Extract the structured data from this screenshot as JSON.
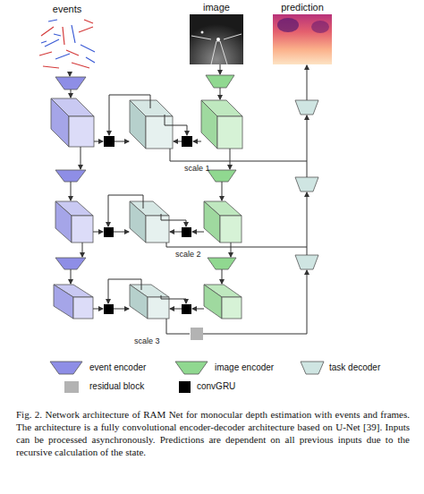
{
  "diagram": {
    "nodes": [
      {
        "text": [
          "events"
        ]
      },
      {
        "text": [
          "image"
        ]
      },
      {
        "text": [
          "prediction"
        ]
      }
    ],
    "labels": [
      "scale 1",
      "scale 2",
      "scale 3"
    ],
    "legend": [
      {
        "text": "event encoder"
      },
      {
        "text": "image encoder"
      },
      {
        "text": "task decoder"
      },
      {
        "text": "residual block",
        "color": "#b3b3b3"
      },
      {
        "text": "convGRU",
        "color": "#000000"
      }
    ],
    "caption": "Fig. 2. Network architecture of RAM Net for monocular depth estimation with events and frames. The architecture is a fully convolutional encoder-decoder architecture based on U-Net [39]. Inputs can be processed asynchronously. Predictions are dependent on all previous inputs due to the recursive calculation of the state."
  }
}
